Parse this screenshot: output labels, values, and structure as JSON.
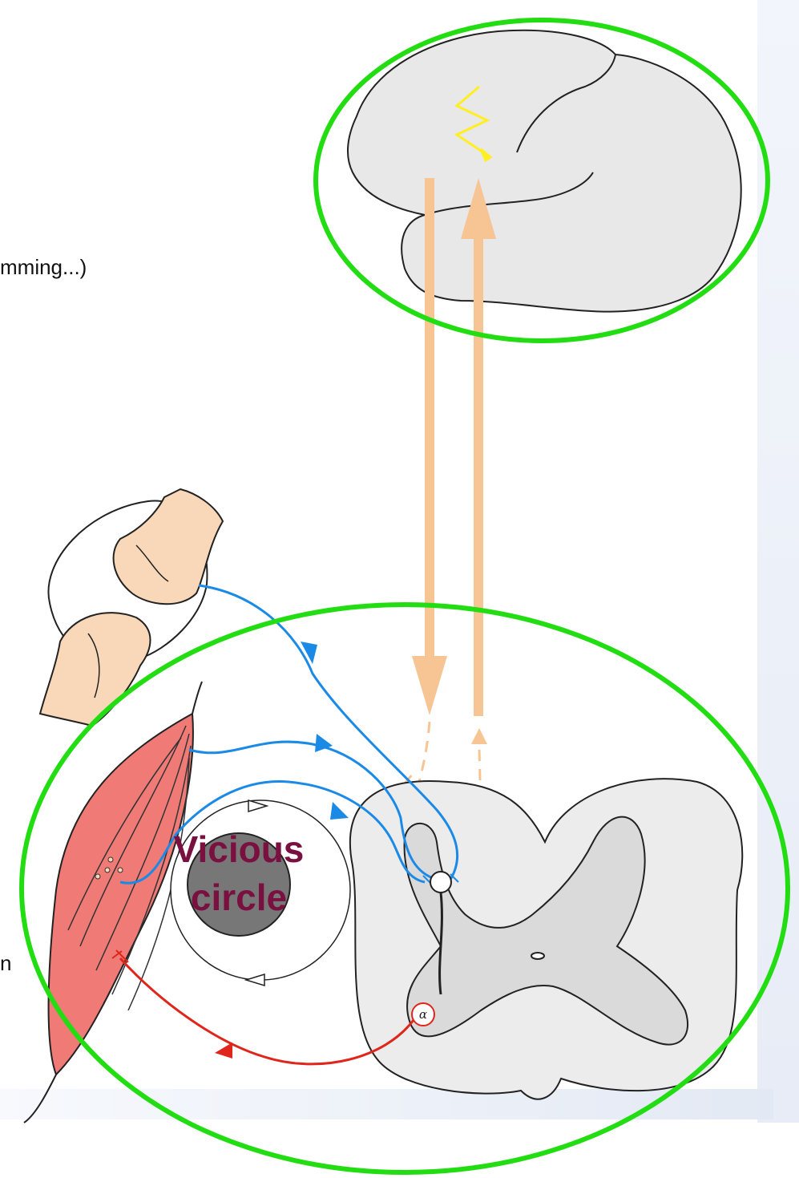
{
  "cut_text": {
    "top_right_fragment": "mming...)",
    "lower_left_fragment": "n"
  },
  "labels": {
    "vicious_circle_line1": "Vicious",
    "vicious_circle_line2": "circle",
    "alpha_motor_neuron": "α"
  },
  "colors": {
    "highlight_ring": "#22dd11",
    "brain_fill": "#e8e8e8",
    "spinal_cord_grey_matter": "#dadada",
    "spinal_cord_white_matter": "#ececec",
    "pathway_arrow": "#f7c593",
    "afferent_nerve": "#1b8ae6",
    "efferent_nerve": "#e0261b",
    "muscle": "#f07a76",
    "bone": "#f8d8b8",
    "pain_bolt": "#ffee22",
    "vicious_circle_disc": "#777777",
    "vicious_circle_text": "#7a1040"
  }
}
